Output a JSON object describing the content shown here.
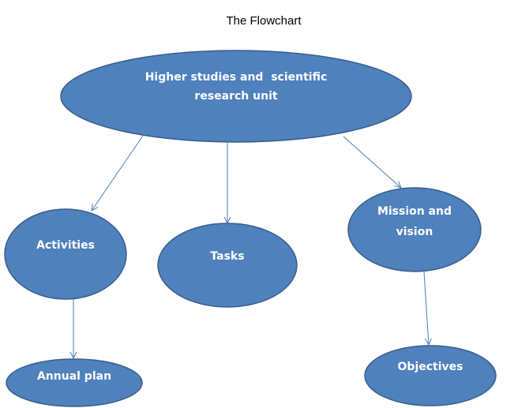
{
  "title": "The Flowchart",
  "colors": {
    "node_fill": "#4f81bd",
    "node_border": "#385d8a",
    "edge": "#4a7ebb",
    "label": "#ffffff"
  },
  "nodes": [
    {
      "id": "unit",
      "lines": [
        "Higher studies and  scientific",
        "research unit"
      ]
    },
    {
      "id": "activities",
      "lines": [
        "Activities"
      ]
    },
    {
      "id": "tasks",
      "lines": [
        "Tasks"
      ]
    },
    {
      "id": "mission",
      "lines": [
        "Mission and",
        "vision"
      ]
    },
    {
      "id": "annual-plan",
      "lines": [
        "Annual plan"
      ]
    },
    {
      "id": "objectives",
      "lines": [
        "Objectives"
      ]
    }
  ],
  "edges": [
    {
      "from": "unit",
      "to": "activities"
    },
    {
      "from": "unit",
      "to": "tasks"
    },
    {
      "from": "unit",
      "to": "mission"
    },
    {
      "from": "activities",
      "to": "annual-plan"
    },
    {
      "from": "mission",
      "to": "objectives"
    }
  ]
}
